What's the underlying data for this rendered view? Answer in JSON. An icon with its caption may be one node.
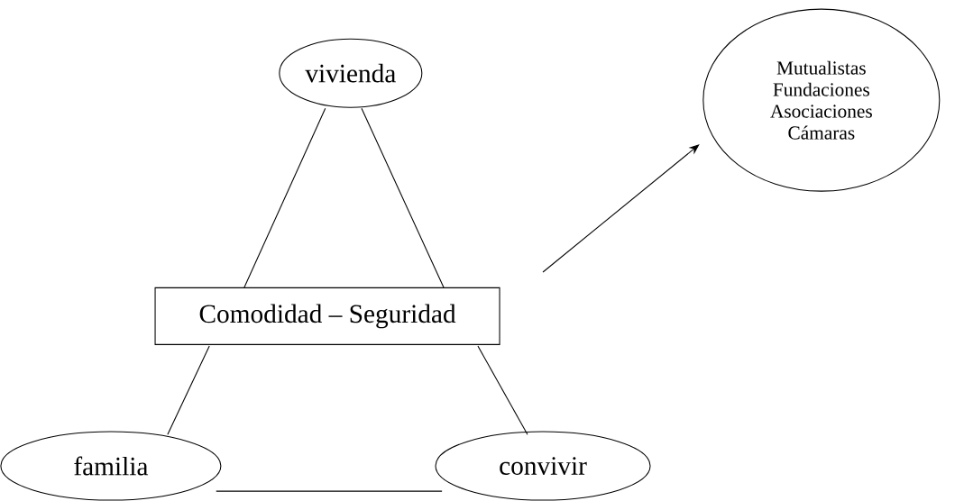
{
  "diagram": {
    "nodes": [
      {
        "text": [
          "vivienda"
        ]
      },
      {
        "text": [
          "Mutualistas",
          "Fundaciones",
          "Asociaciones",
          "Cámaras"
        ]
      },
      {
        "text": [
          "Comodidad – Seguridad"
        ]
      },
      {
        "text": [
          "familia"
        ]
      },
      {
        "text": [
          "convivir"
        ]
      }
    ],
    "edges": [
      {
        "from": 0,
        "to": 2,
        "arrow": "none"
      },
      {
        "from": 0,
        "to": 2,
        "arrow": "none"
      },
      {
        "from": 2,
        "to": 3,
        "arrow": "none"
      },
      {
        "from": 2,
        "to": 4,
        "arrow": "none"
      },
      {
        "from": 3,
        "to": 4,
        "arrow": "none"
      },
      {
        "from": null,
        "to": 1,
        "arrow": "to"
      }
    ]
  }
}
